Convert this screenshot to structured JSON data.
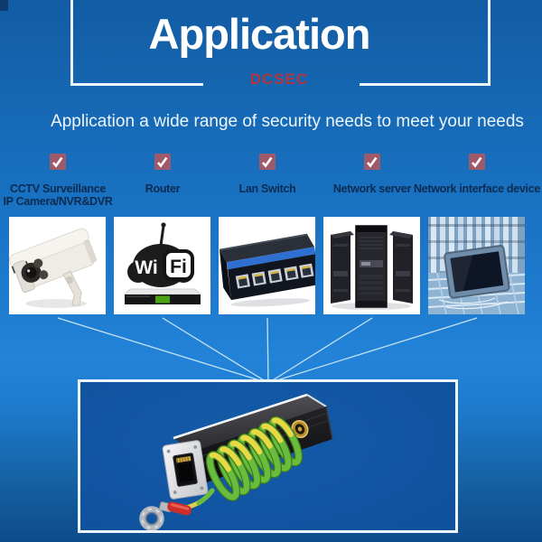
{
  "header": {
    "title": "Application",
    "brand": "DCSEC",
    "subtitle": "Application a wide range of security needs to meet your needs"
  },
  "columns": [
    {
      "line1": "CCTV Surveillance",
      "line2": "IP Camera/NVR&DVR",
      "photo": "cctv-bullet-camera"
    },
    {
      "line1": "Router",
      "line2": "",
      "photo": "wifi-router"
    },
    {
      "line1": "Lan Switch",
      "line2": "",
      "photo": "ethernet-lan-switch"
    },
    {
      "line1": "Network server",
      "line2": "",
      "photo": "server-towers"
    },
    {
      "line1": "Network interface device",
      "line2": "",
      "photo": "rugged-network-terminal"
    }
  ],
  "wifi_logo": {
    "wi": "Wi",
    "fi": "Fi"
  },
  "checkmark": {
    "icon": "checkmark-icon",
    "count": 5
  },
  "product": {
    "name": "ethernet-surge-protector-with-grounding-coil"
  },
  "colors": {
    "background_top": "#125ca4",
    "background_bright": "#2283d8",
    "background_bottom": "#0d4b8e",
    "frame_white": "#edf6fb",
    "brand_red": "#b5333f",
    "label_navy": "#0b2c50",
    "check_square": "#9c5a6b",
    "product_panel": "#10529e",
    "coil_green": "#68bd3c",
    "coil_yellow": "#e8d944",
    "connector_red": "#cf2d2a"
  }
}
